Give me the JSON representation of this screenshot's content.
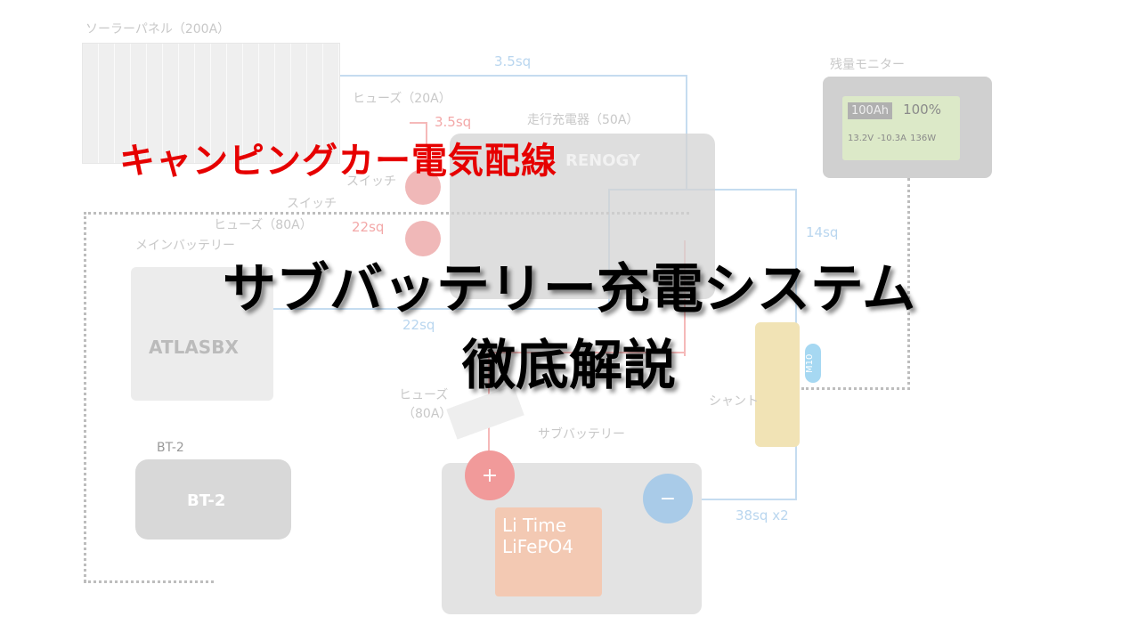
{
  "labels": {
    "solar_panel": "ソーラーパネル（200A）",
    "fuse_20a": "ヒューズ（20A）",
    "charger": "走行充電器（50A）",
    "monitor": "残量モニター",
    "switch_1": "スイッチ",
    "fuse_80a_top": "ヒューズ（80A）",
    "switch_2": "スイッチ",
    "main_battery": "メインバッテリー",
    "bt2": "BT-2",
    "fuse_80a_line1": "ヒューズ",
    "fuse_80a_line2": "（80A）",
    "sub_battery": "サブバッテリー",
    "shunt": "シャント",
    "m10": "M10"
  },
  "wires": {
    "w1": "3.5sq",
    "w2": "3.5sq",
    "w3": "22sq",
    "w4": "22sq",
    "w5": "14sq",
    "w6": "38sq x2"
  },
  "devices": {
    "monitor_ah": "100Ah",
    "monitor_pct": "100%",
    "monitor_v": "13.2V",
    "monitor_a": "-10.3A",
    "monitor_w": "136W",
    "charger_brand": "RENOGY",
    "main_batt_brand": "ATLASBX",
    "bt2_text": "BT-2",
    "sub_batt_brand": "Li Time",
    "sub_batt_chem": "LiFePO4",
    "plus": "+",
    "minus": "−"
  },
  "titles": {
    "subtitle": "キャンピングカー電気配線",
    "line1": "サブバッテリー充電システム",
    "line2": "徹底解説"
  }
}
